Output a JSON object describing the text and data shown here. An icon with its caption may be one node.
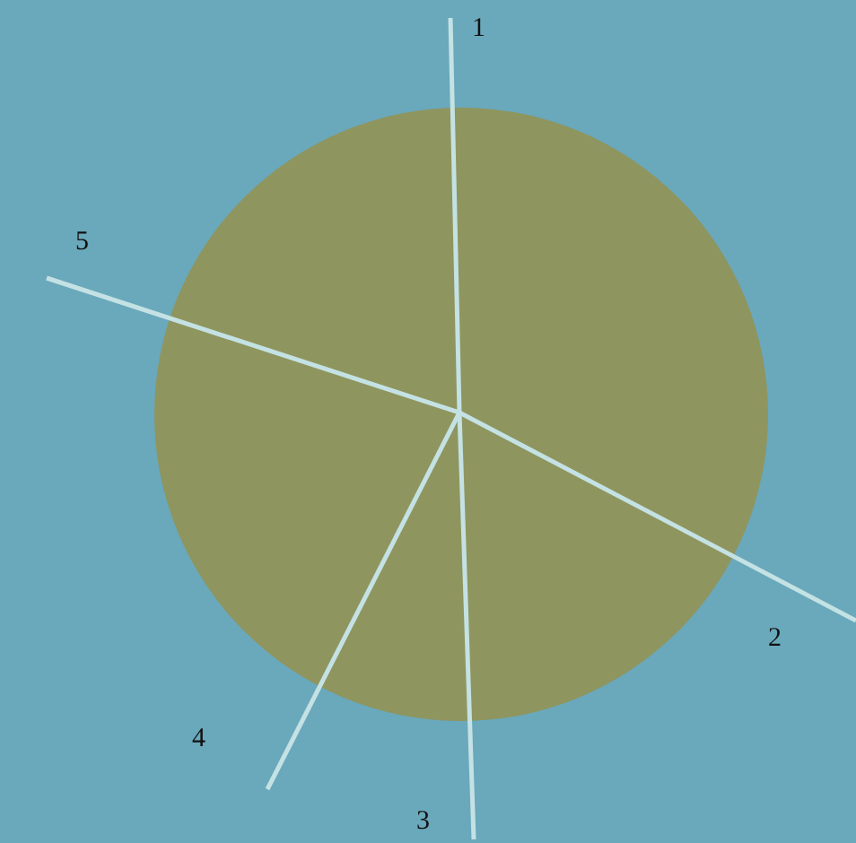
{
  "diagram": {
    "labels": [
      "1",
      "5",
      "2",
      "4",
      "3"
    ]
  }
}
